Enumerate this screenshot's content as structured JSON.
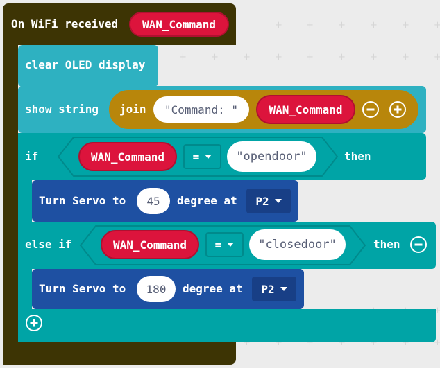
{
  "event": {
    "label": "On WiFi received",
    "variable": "WAN_Command"
  },
  "blocks": {
    "clear_oled": "clear OLED display",
    "show_string": {
      "label": "show string",
      "join_label": "join",
      "string_value": "\"Command: \"",
      "variable": "WAN_Command"
    },
    "if": {
      "label": "if",
      "variable": "WAN_Command",
      "operator": "=",
      "string_value": "\"opendoor\"",
      "then_label": "then"
    },
    "servo_open": {
      "label_prefix": "Turn Servo to",
      "degree": "45",
      "label_mid": "degree at",
      "pin": "P2"
    },
    "else_if": {
      "label": "else if",
      "variable": "WAN_Command",
      "operator": "=",
      "string_value": "\"closedoor\"",
      "then_label": "then"
    },
    "servo_close": {
      "label_prefix": "Turn Servo to",
      "degree": "180",
      "label_mid": "degree at",
      "pin": "P2"
    }
  },
  "icons": {
    "add": "plus-circle-icon",
    "remove": "minus-circle-icon",
    "dropdown": "caret-down-icon"
  },
  "colors": {
    "event": "#3A2F00",
    "oled": "#2EB1C1",
    "logic": "#00A4A6",
    "variable": "#DC143C",
    "join": "#B8860B",
    "servo": "#1E50A2",
    "dark_servo": "#183F86"
  }
}
